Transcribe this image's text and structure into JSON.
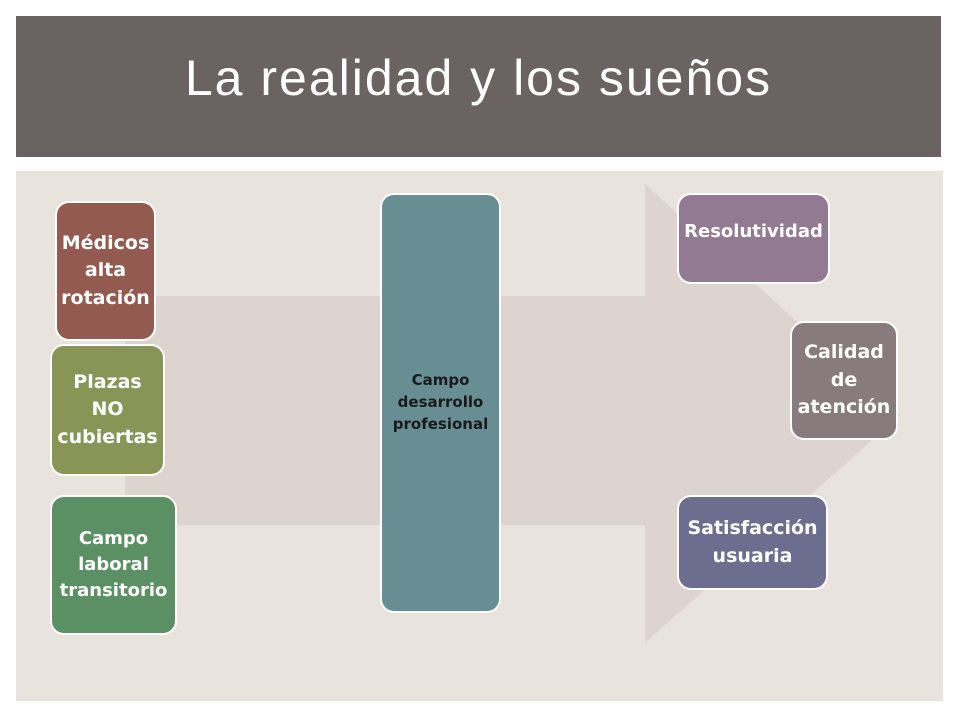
{
  "title": "La realidad y los sueños",
  "colors": {
    "title_bar": "#6b6361",
    "panel": "#e8e3dd",
    "arrow": "#ddd4cf",
    "medicos": "#935a4f",
    "plazas": "#889557",
    "campo_laboral": "#5a9063",
    "campo_desarrollo": "#678e93",
    "resolutividad": "#927a93",
    "calidad": "#877b7e",
    "satisfaccion": "#6d6d90"
  },
  "left_boxes": {
    "medicos": "Médicos\nalta\nrotación",
    "plazas": "Plazas\nNO\ncubiertas",
    "campo_laboral": "Campo\nlaboral\ntransitorio"
  },
  "center_box": {
    "campo_desarrollo": "Campo\ndesarrollo\nprofesional"
  },
  "right_boxes": {
    "resolutividad": "Resolutividad",
    "calidad": "Calidad\nde\natención",
    "satisfaccion": "Satisfacción\nusuaria"
  }
}
